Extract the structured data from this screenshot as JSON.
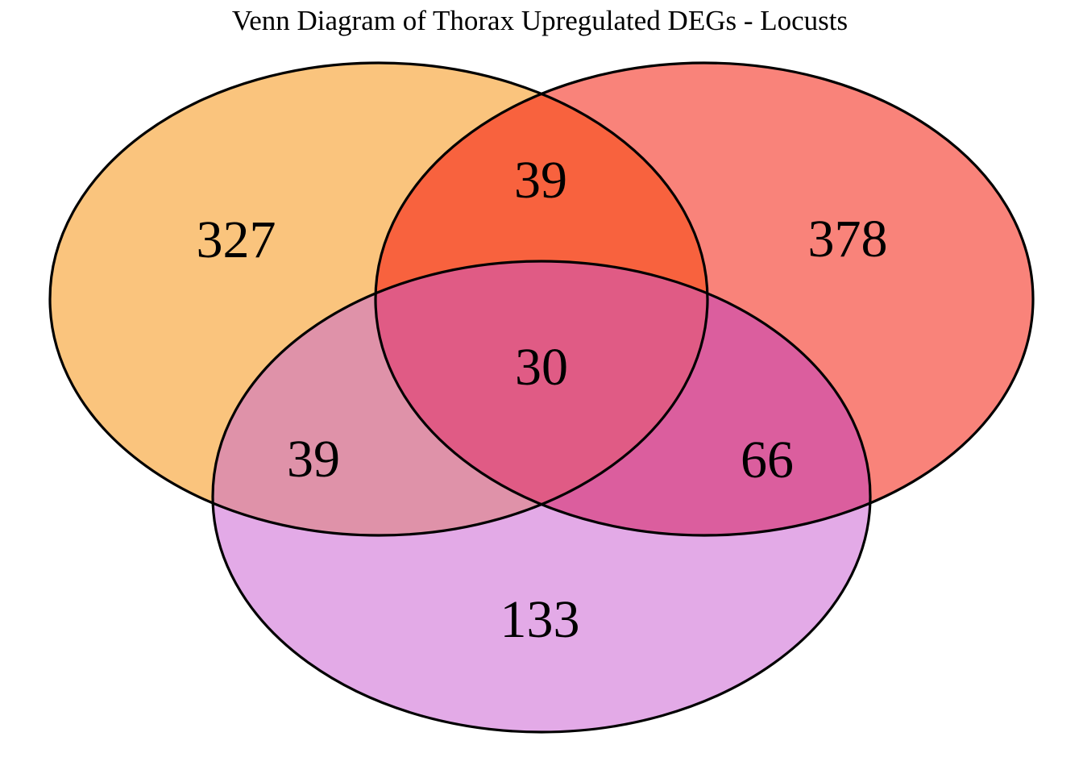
{
  "chart_data": {
    "type": "venn",
    "title": "Venn Diagram of Thorax Upregulated DEGs - Locusts",
    "num_sets": 3,
    "regions": {
      "a_only": 327,
      "b_only": 378,
      "c_only": 133,
      "ab": 39,
      "ac": 39,
      "bc": 66,
      "abc": 30
    },
    "region_colors": {
      "a_only": "#FAC47D",
      "b_only": "#F9837A",
      "c_only": "#E3AAE7",
      "ab": "#F8623E",
      "ac": "#DF92A9",
      "bc": "#DB5E9E",
      "abc": "#E05B85"
    },
    "outline_color": "#000000",
    "background_color": "#ffffff",
    "text_color": "#000000"
  }
}
